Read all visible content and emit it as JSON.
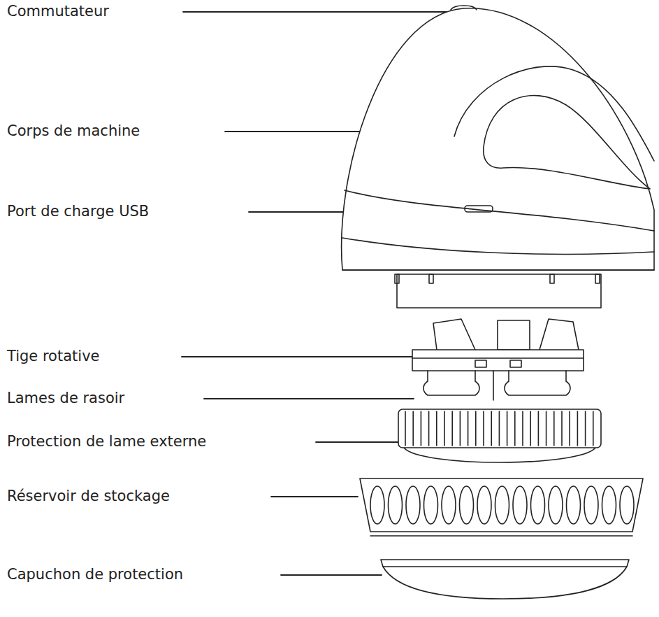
{
  "diagram": {
    "labels": [
      "Commutateur",
      "Corps de machine",
      "Port de charge USB",
      "Tige rotative",
      "Lames de rasoir",
      "Protection de lame externe",
      "Réservoir de stockage",
      "Capuchon de protection"
    ]
  }
}
